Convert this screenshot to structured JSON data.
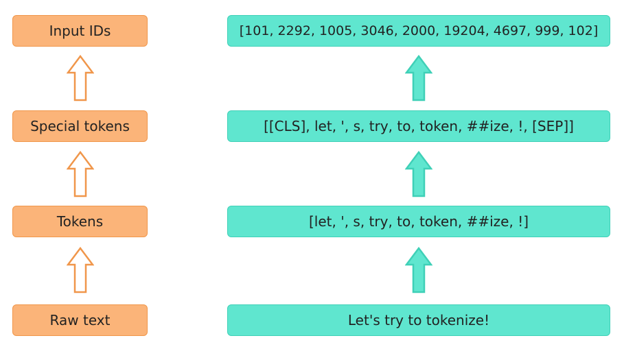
{
  "stages": [
    {
      "label": "Input IDs",
      "value": "[101, 2292, 1005, 3046, 2000, 19204, 4697, 999, 102]"
    },
    {
      "label": "Special tokens",
      "value": "[[CLS], let, ', s, try, to, token, ##ize, !, [SEP]]"
    },
    {
      "label": "Tokens",
      "value": "[let, ', s, try, to, token, ##ize, !]"
    },
    {
      "label": "Raw text",
      "value": "Let's try to tokenize!"
    }
  ],
  "colors": {
    "label_fill": "#fbb479",
    "label_border": "#f0964a",
    "value_fill": "#5fe6cf",
    "value_border": "#3fd0b7"
  },
  "icons": {
    "label_arrow": "up-arrow-outline-orange",
    "value_arrow": "up-arrow-outline-teal"
  }
}
